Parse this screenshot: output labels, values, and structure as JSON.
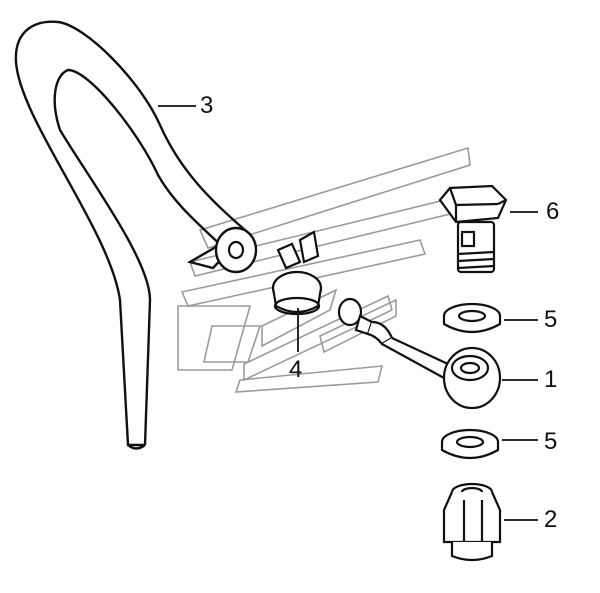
{
  "callouts": {
    "hose": "3",
    "bolt": "6",
    "washer_top": "5",
    "banjo": "1",
    "washer_bottom": "5",
    "adapter": "2",
    "clamp": "4"
  },
  "colors": {
    "line": "#111111",
    "watermark": "#8a8a8a",
    "paper": "#ffffff"
  }
}
